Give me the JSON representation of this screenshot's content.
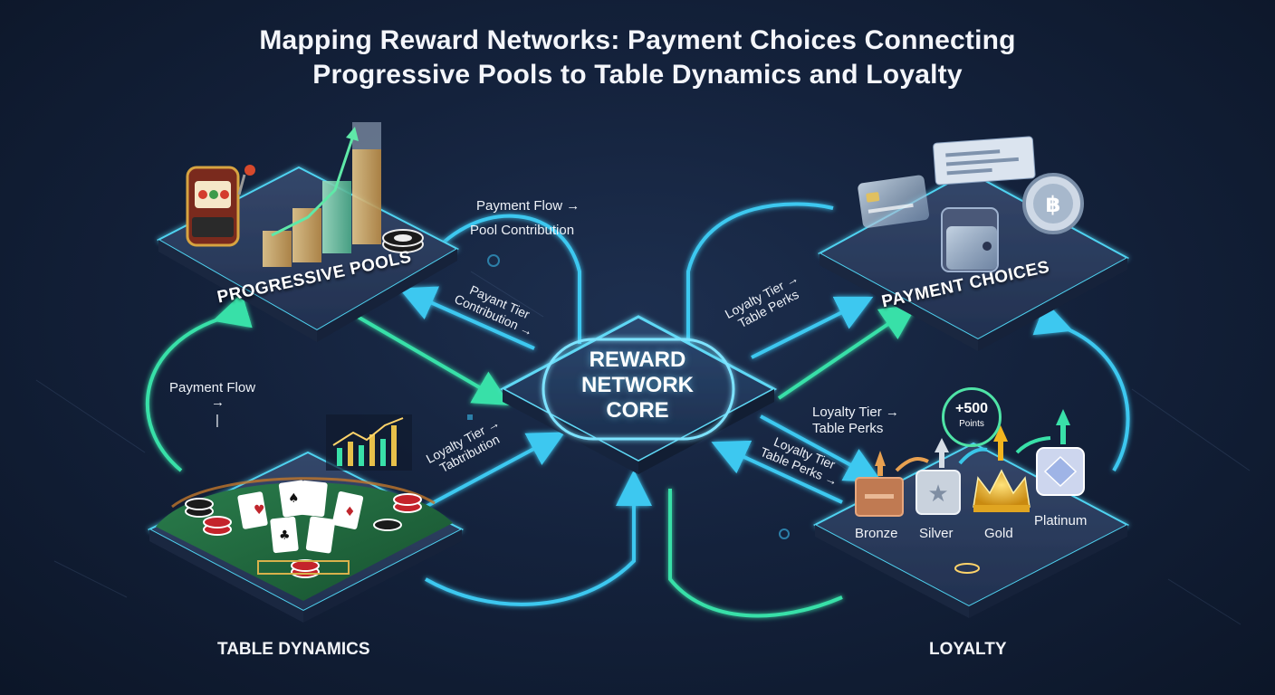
{
  "title": {
    "line1": "Mapping Reward Networks: Payment Choices Connecting",
    "line2": "Progressive Pools to Table Dynamics and Loyalty"
  },
  "nodes": {
    "progressive_pools": "PROGRESSIVE POOLS",
    "payment_choices": "PAYMENT CHOICES",
    "table_dynamics": "TABLE DYNAMICS",
    "loyalty": "LOYALTY",
    "core": {
      "line1": "REWARD",
      "line2": "NETWORK",
      "line3": "CORE"
    }
  },
  "edge_labels": {
    "payment_flow_top_l1": "Payment Flow →",
    "payment_flow_top_l2": "Pool Contribution",
    "payant_tier_l1": "Payant Tier",
    "payant_tier_l2": "Contribution →",
    "payment_flow_left_l1": "Payment Flow",
    "payment_flow_left_l2": "→",
    "payment_flow_left_l3": "|",
    "loyalty_tier_left_l1": "Loyalty Tier →",
    "loyalty_tier_left_l2": "Tabtribution",
    "loyalty_tier_right_top_l1": "Loyalty Tier →",
    "loyalty_tier_right_top_l2": "Table Perks",
    "loyalty_tier_mid_l1": "Loyalty Tier →",
    "loyalty_tier_mid_l2": "Table Perks",
    "loyalty_tier_low_l1": "Loyalty Tier",
    "loyalty_tier_low_l2": "Table Perks →"
  },
  "loyalty_tiers": [
    "Bronze",
    "Silver",
    "Gold",
    "Platinum"
  ],
  "points_badge": {
    "value": "+500",
    "label": "Points"
  },
  "colors": {
    "background": "#14223c",
    "panel": "#2a3a58",
    "glow_cyan": "#3cc8f0",
    "glow_green": "#39e0a8",
    "table_felt": "#1f6a40",
    "gold": "#f2b51f"
  }
}
